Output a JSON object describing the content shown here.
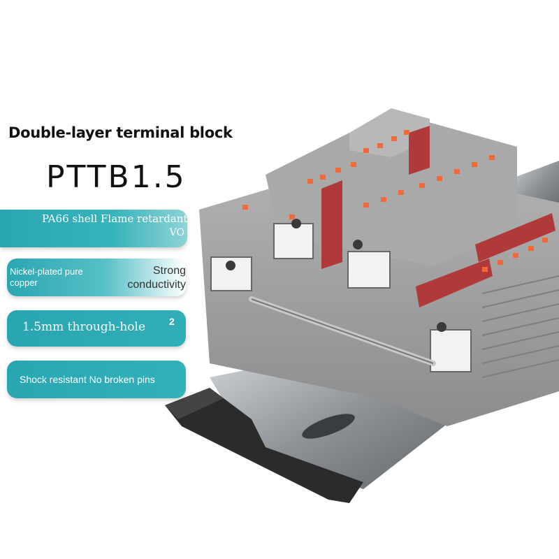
{
  "headline": "Double-layer terminal block",
  "model": "PTTB1.5",
  "features": {
    "shell_line1": "PA66 shell Flame retardant",
    "shell_line2": "VO",
    "copper": "Nickel-plated pure copper",
    "conductivity": "Strong conductivity",
    "through_hole": "1.5mm through-hole",
    "through_hole_sup": "2",
    "shock": "Shock resistant No broken pins"
  },
  "colors": {
    "accent": "#2aa6b2",
    "housing": "#9a9a9a",
    "spring": "#f26a3a",
    "marker": "#b03a3a",
    "rail": "#2b2b2b"
  }
}
